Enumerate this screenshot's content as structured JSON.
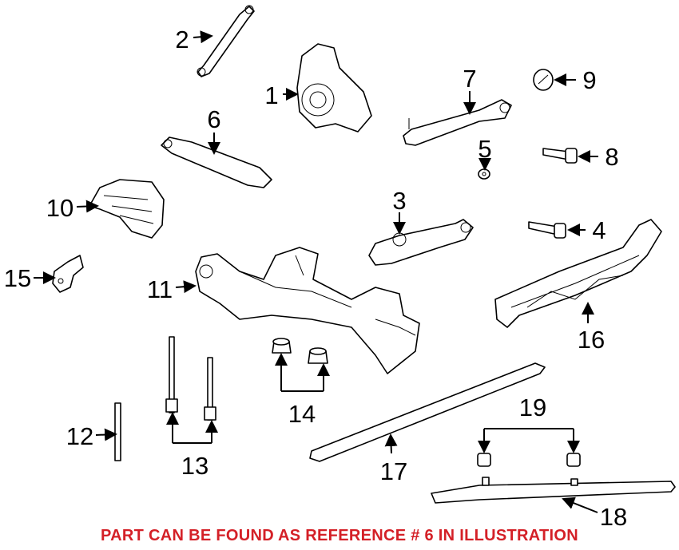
{
  "callouts": {
    "c1": "1",
    "c2": "2",
    "c3": "3",
    "c4": "4",
    "c5": "5",
    "c6": "6",
    "c7": "7",
    "c8": "8",
    "c9": "9",
    "c10": "10",
    "c11": "11",
    "c12": "12",
    "c13": "13",
    "c14": "14",
    "c15": "15",
    "c16": "16",
    "c17": "17",
    "c18": "18",
    "c19": "19"
  },
  "note": {
    "text": "PART CAN BE FOUND AS REFERENCE # 6 IN ILLUSTRATION",
    "color": "#d42027"
  }
}
